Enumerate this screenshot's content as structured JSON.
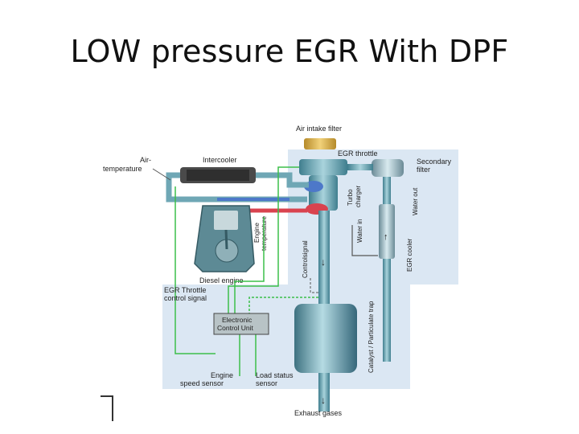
{
  "title": "LOW pressure EGR With DPF",
  "labels": {
    "air_intake_filter": "Air intake filter",
    "egr_throttle": "EGR throttle",
    "secondary_filter_1": "Secondary",
    "secondary_filter_2": "filter",
    "air_temperature_1": "Air-",
    "air_temperature_2": "temperature",
    "intercooler": "Intercooler",
    "turbo_charger_1": "Turbo",
    "turbo_charger_2": "charger",
    "water_out": "Water out",
    "water_in": "Water in",
    "egr_cooler": "EGR cooler",
    "engine_temperature_1": "Engine",
    "engine_temperature_2": "temperature",
    "control_signal": "Controlsignal",
    "diesel_engine": "Diesel engine",
    "egr_throttle_signal_1": "EGR Throttle",
    "egr_throttle_signal_2": "control signal",
    "ecu_1": "Electronic",
    "ecu_2": "Control Unit",
    "catalyst_trap": "Catalyst / Particulate trap",
    "engine_speed_1": "Engine",
    "engine_speed_2": "speed sensor",
    "load_status_1": "Load status",
    "load_status_2": "sensor",
    "exhaust_gases": "Exhaust gases"
  },
  "colors": {
    "panel_bg": "#dbe7f3",
    "pipe": "#6fa7b5",
    "signal_line": "#3cbf4a",
    "hot_gas": "#d9434f",
    "cool_gas": "#4d78c9",
    "engine_block": "#5d8a95"
  }
}
